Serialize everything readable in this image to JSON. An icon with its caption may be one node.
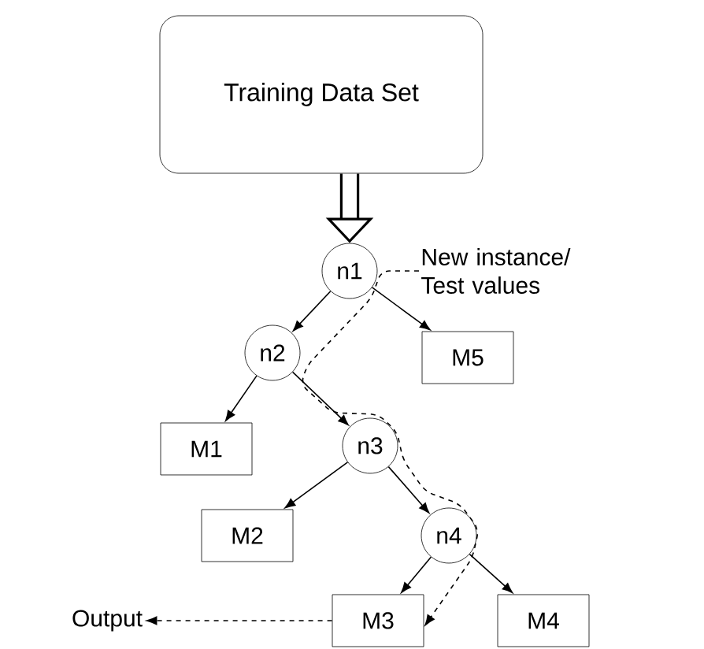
{
  "diagram": {
    "nodes": [
      {
        "text": [
          "Training Data Set"
        ]
      },
      {
        "text": [
          "n1"
        ]
      },
      {
        "text": [
          "n2"
        ]
      },
      {
        "text": [
          "M5"
        ]
      },
      {
        "text": [
          "M1"
        ]
      },
      {
        "text": [
          "n3"
        ]
      },
      {
        "text": [
          "M2"
        ]
      },
      {
        "text": [
          "n4"
        ]
      },
      {
        "text": [
          "M3"
        ]
      },
      {
        "text": [
          "M4"
        ]
      },
      {
        "text": [
          "Output"
        ]
      },
      {
        "text": [
          "New instance/ Test values"
        ]
      }
    ],
    "edges": [
      {
        "from": 0,
        "to": 1,
        "arrow": "to",
        "style": "thick"
      },
      {
        "from": 1,
        "to": 2,
        "arrow": "to"
      },
      {
        "from": 1,
        "to": 3,
        "arrow": "to"
      },
      {
        "from": 2,
        "to": 4,
        "arrow": "to"
      },
      {
        "from": 2,
        "to": 5,
        "arrow": "to"
      },
      {
        "from": 5,
        "to": 6,
        "arrow": "to"
      },
      {
        "from": 5,
        "to": 7,
        "arrow": "to"
      },
      {
        "from": 7,
        "to": 8,
        "arrow": "to"
      },
      {
        "from": 7,
        "to": 9,
        "arrow": "to"
      },
      {
        "from": 8,
        "to": 10,
        "arrow": "to",
        "style": "dashed"
      },
      {
        "from": 11,
        "to": 8,
        "arrow": "to",
        "style": "dashed"
      }
    ]
  }
}
